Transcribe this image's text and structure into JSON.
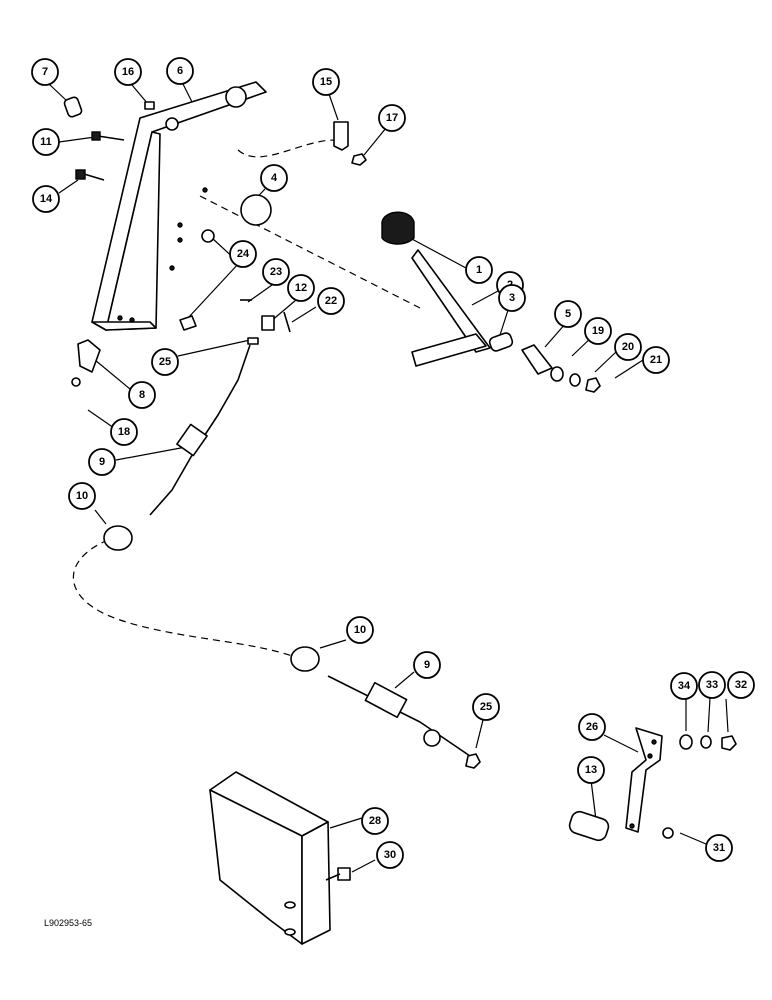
{
  "drawing_code": "L902953-65",
  "callouts": [
    "7",
    "16",
    "6",
    "15",
    "17",
    "11",
    "14",
    "4",
    "1",
    "24",
    "23",
    "12",
    "22",
    "2",
    "3",
    "5",
    "19",
    "20",
    "21",
    "25",
    "8",
    "18",
    "9",
    "10",
    "10",
    "9",
    "25",
    "34",
    "33",
    "32",
    "26",
    "13",
    "31",
    "28",
    "30"
  ]
}
